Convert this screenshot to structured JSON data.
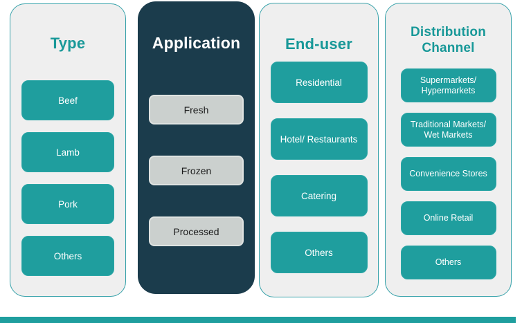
{
  "colors": {
    "teal_button": "#1F9E9E",
    "teal_heading_text": "#189898",
    "dark_column": "#1B3C4C",
    "light_column_bg": "#EFEFEF",
    "gray_button": "#CBD0CE",
    "button_text_on_teal": "#FFFFFF",
    "button_text_on_gray": "#1A1A1A"
  },
  "columns": [
    {
      "title": "Type",
      "theme": "light",
      "items": [
        "Beef",
        "Lamb",
        "Pork",
        "Others"
      ]
    },
    {
      "title": "Application",
      "theme": "dark",
      "items": [
        "Fresh",
        "Frozen",
        "Processed"
      ]
    },
    {
      "title": "End-user",
      "theme": "light",
      "items": [
        "Residential",
        "Hotel/ Restaurants",
        "Catering",
        "Others"
      ]
    },
    {
      "title": "Distribution Channel",
      "theme": "light",
      "items": [
        "Supermarkets/ Hypermarkets",
        "Traditional Markets/ Wet Markets",
        "Convenience Stores",
        "Online Retail",
        "Others"
      ]
    }
  ]
}
